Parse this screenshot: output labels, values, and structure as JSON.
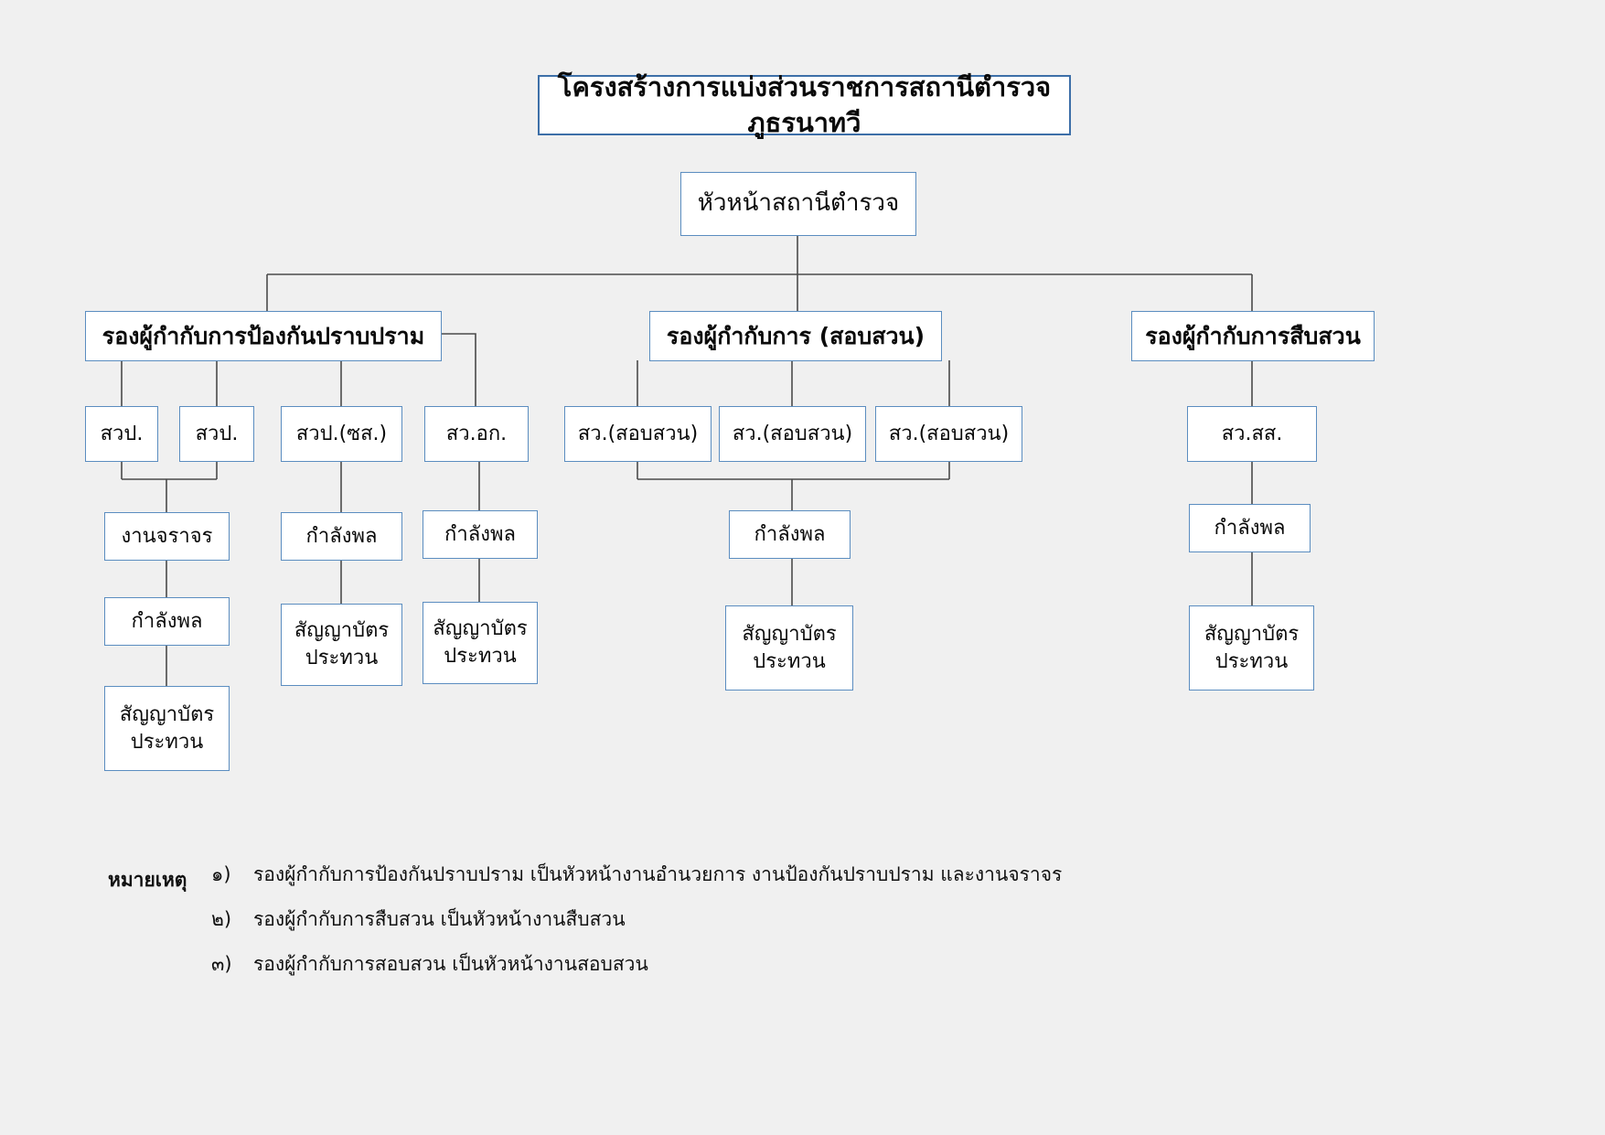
{
  "page": {
    "background_color": "#f0f0f0",
    "box_border_color": "#5b8dc0",
    "title_border_color": "#3d6fa8",
    "line_color": "#4a4a4a"
  },
  "title": {
    "text": "โครงสร้างการแบ่งส่วนราชการสถานีตำรวจภูธรนาทวี"
  },
  "chart_data": {
    "type": "diagram",
    "diagram_kind": "organization-chart",
    "title": "โครงสร้างการแบ่งส่วนราชการสถานีตำรวจภูธรนาทวี",
    "root": {
      "id": "head",
      "label": "หัวหน้าสถานีตำรวจ"
    },
    "branches": [
      {
        "id": "deputy-prevention",
        "label": "รองผู้กำกับการป้องกันปราบปราม",
        "children": [
          {
            "id": "sawopo-1",
            "label": "สวป."
          },
          {
            "id": "sawopo-2",
            "label": "สวป."
          },
          {
            "id": "sawopo-chs",
            "label": "สวป.(ซส.)"
          },
          {
            "id": "sawo-ok",
            "label": "สว.อก."
          }
        ],
        "sub_chains": [
          {
            "from": [
              "sawopo-1",
              "sawopo-2"
            ],
            "nodes": [
              "งานจราจร",
              "กำลังพล",
              "สัญญาบัตร\nประทวน"
            ]
          },
          {
            "from": [
              "sawopo-chs"
            ],
            "nodes": [
              "กำลังพล",
              "สัญญาบัตร\nประทวน"
            ]
          },
          {
            "from": [
              "sawo-ok"
            ],
            "nodes": [
              "กำลังพล",
              "สัญญาบัตร\nประทวน"
            ]
          }
        ]
      },
      {
        "id": "deputy-investigation",
        "label": "รองผู้กำกับการ (สอบสวน)",
        "children": [
          {
            "id": "sawo-inv-1",
            "label": "สว.(สอบสวน)"
          },
          {
            "id": "sawo-inv-2",
            "label": "สว.(สอบสวน)"
          },
          {
            "id": "sawo-inv-3",
            "label": "สว.(สอบสวน)"
          }
        ],
        "sub_chains": [
          {
            "from": [
              "sawo-inv-1",
              "sawo-inv-2",
              "sawo-inv-3"
            ],
            "nodes": [
              "กำลังพล",
              "สัญญาบัตร\nประทวน"
            ]
          }
        ]
      },
      {
        "id": "deputy-inquiry",
        "label": "รองผู้กำกับการสืบสวน",
        "children": [
          {
            "id": "sawo-ss",
            "label": "สว.สส."
          }
        ],
        "sub_chains": [
          {
            "from": [
              "sawo-ss"
            ],
            "nodes": [
              "กำลังพล",
              "สัญญาบัตร\nประทวน"
            ]
          }
        ]
      }
    ]
  },
  "nodes": {
    "title": "โครงสร้างการแบ่งส่วนราชการสถานีตำรวจภูธรนาทวี",
    "head_station": "หัวหน้าสถานีตำรวจ",
    "deputy_prevention": "รองผู้กำกับการป้องกันปราบปราม",
    "deputy_investigation": "รองผู้กำกับการ (สอบสวน)",
    "deputy_inquiry": "รองผู้กำกับการสืบสวน",
    "sawopo_1": "สวป.",
    "sawopo_2": "สวป.",
    "sawopo_chs": "สวป.(ซส.)",
    "sawo_ok": "สว.อก.",
    "sawo_inv_1": "สว.(สอบสวน)",
    "sawo_inv_2": "สว.(สอบสวน)",
    "sawo_inv_3": "สว.(สอบสวน)",
    "sawo_ss": "สว.สส.",
    "traffic_work": "งานจราจร",
    "manpower_left": "กำลังพล",
    "manpower_chs": "กำลังพล",
    "manpower_ok": "กำลังพล",
    "manpower_inv": "กำลังพล",
    "manpower_ss": "กำลังพล",
    "commissioned_left": "สัญญาบัตร\nประทวน",
    "commissioned_chs": "สัญญาบัตร\nประทวน",
    "commissioned_ok": "สัญญาบัตร\nประทวน",
    "commissioned_inv": "สัญญาบัตร\nประทวน",
    "commissioned_ss": "สัญญาบัตร\nประทวน"
  },
  "notes": {
    "heading": "หมายเหตุ",
    "items": [
      {
        "marker": "๑)",
        "text": "รองผู้กำกับการป้องกันปราบปราม เป็นหัวหน้างานอำนวยการ งานป้องกันปราบปราม และงานจราจร"
      },
      {
        "marker": "๒)",
        "text": "รองผู้กำกับการสืบสวน เป็นหัวหน้างานสืบสวน"
      },
      {
        "marker": "๓)",
        "text": "รองผู้กำกับการสอบสวน เป็นหัวหน้างานสอบสวน"
      }
    ]
  }
}
